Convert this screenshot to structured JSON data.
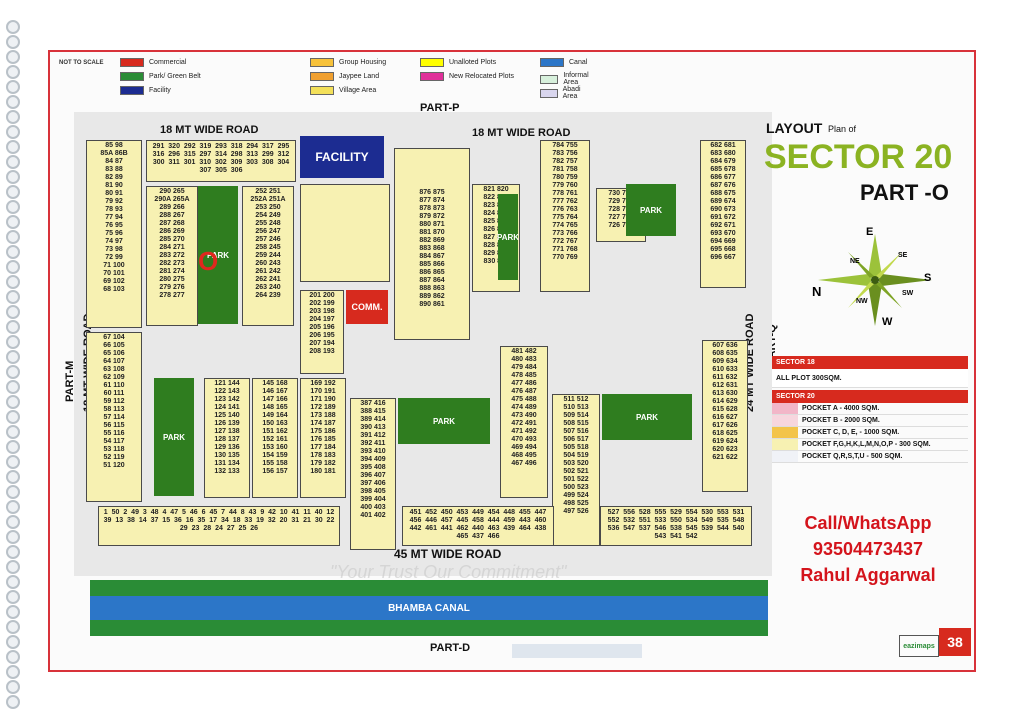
{
  "legend": {
    "scale_note": "NOT TO SCALE",
    "items": [
      {
        "label": "Commercial",
        "color": "#d72a1e"
      },
      {
        "label": "Park/ Green Belt",
        "color": "#2a8c36"
      },
      {
        "label": "Facility",
        "color": "#1c2c91"
      },
      {
        "label": "Group Housing",
        "color": "#f7c23a"
      },
      {
        "label": "Jaypee Land",
        "color": "#f0a030"
      },
      {
        "label": "Village Area",
        "color": "#f3e05a"
      },
      {
        "label": "Unalloted Plots",
        "color": "#ffff00"
      },
      {
        "label": "New Relocated Plots",
        "color": "#e0309a"
      },
      {
        "label": "Canal",
        "color": "#2c76c8"
      },
      {
        "label": "Informal Area",
        "color": "#d7f0dc"
      },
      {
        "label": "Abadi Area",
        "color": "#d9d6ee"
      }
    ]
  },
  "parts": {
    "top": "PART-P",
    "left": "PART-M",
    "right": "PART-Q",
    "bottom": "PART-D"
  },
  "roads": {
    "top_left": "18 MT WIDE ROAD",
    "top_right": "18 MT WIDE ROAD",
    "left": "18 MT WIDE ROAD",
    "right": "24 MT WIDE ROAD",
    "bottom": "45 MT WIDE ROAD"
  },
  "canal": {
    "label": "BHAMBA CANAL"
  },
  "map_labels": {
    "facility": "FACILITY",
    "comm": "COMM.",
    "park": "PARK",
    "marker": "O"
  },
  "plot_numbers": {
    "col1": "85 98\n85A 86B\n84 87\n83 88\n82 89\n81 90\n80 91\n79 92\n78 93\n77 94\n76 95\n75 96\n74 97\n73 98\n72 99\n71 100\n70 101\n69 102\n68 103",
    "col2": "67 104\n66 105\n65 106\n64 107\n63 108\n62 109\n61 110\n60 111\n59 112\n58 113\n57 114\n56 115\n55 116\n54 117\n53 118\n52 119\n51 120",
    "col3": "290 265\n290A 265A\n289 266\n288 267\n287 268\n286 269\n285 270\n284 271\n283 272\n282 273\n281 274\n280 275\n279 276\n278 277",
    "col4": "252 251\n252A 251A\n253 250\n254 249\n255 248\n256 247\n257 246\n258 245\n259 244\n260 243\n261 242\n262 241\n263 240\n264 239",
    "col5": "121 144\n122 143\n123 142\n124 141\n125 140\n126 139\n127 138\n128 137\n129 136\n130 135\n131 134\n132 133",
    "col6": "145 168\n146 167\n147 166\n148 165\n149 164\n150 163\n151 162\n152 161\n153 160\n154 159\n155 158\n156 157",
    "col7": "169 192\n170 191\n171 190\n172 189\n173 188\n174 187\n175 186\n176 185\n177 184\n178 183\n179 182\n180 181",
    "col8": "387 416\n388 415\n389 414\n390 413\n391 412\n392 411\n393 410\n394 409\n395 408\n396 407\n397 406\n398 405\n399 404\n400 403\n401 402",
    "col9": "201 200\n202 199\n203 198\n204 197\n205 196\n206 195\n207 194\n208 193",
    "col10": "876 875\n877 874\n878 873\n879 872\n880 871\n881 870\n882 869\n883 868\n884 867\n885 866\n886 865\n887 864\n888 863\n889 862\n890 861",
    "col11": "821 820\n822 819\n823 818\n824 817\n825 816\n826 815\n827 814\n828 813\n829 812\n830 811",
    "col12": "784 755\n783 756\n782 757\n781 758\n780 759\n779 760\n778 761\n777 762\n776 763\n775 764\n774 765\n773 766\n772 767\n771 768\n770 769",
    "col13": "730 721\n729 722\n728 723\n727 724\n726 725",
    "col14": "682 681\n683 680\n684 679\n685 678\n686 677\n687 676\n688 675\n689 674\n690 673\n691 672\n692 671\n693 670\n694 669\n695 668\n696 667",
    "col15": "481 482\n480 483\n479 484\n478 485\n477 486\n476 487\n475 488\n474 489\n473 490\n472 491\n471 492\n470 493\n469 494\n468 495\n467 496",
    "col16": "511 512\n510 513\n509 514\n508 515\n507 516\n506 517\n505 518\n504 519\n503 520\n502 521\n501 522\n500 523\n499 524\n498 525\n497 526",
    "col17": "607 636\n608 635\n609 634\n610 633\n611 632\n612 631\n613 630\n614 629\n615 628\n616 627\n617 626\n618 625\n619 624\n620 623\n621 622",
    "row_top": "291 320 292 319 293 318 294 317 295 316 296 315 297 314 298 313 299 312 300 311 301 310 302 309 303 308 304 307 305 306",
    "row_bottom": "1 50 2 49 3 48 4 47 5 46 6 45 7 44 8 43 9 42 10 41 11 40 12 39 13 38 14 37 15 36 16 35 17 34 18 33 19 32 20 31 21 30 22 29 23 28 24 27 25 26",
    "row_bottom2": "451 452 450 453 449 454 448 455 447 456 446 457 445 458 444 459 443 460 442 461 441 462 440 463 439 464 438 465 437 466",
    "row_bottom3": "527 556 528 555 529 554 530 553 531 552 532 551 533 550 534 549 535 548 536 547 537 546 538 545 539 544 540 543 541 542"
  },
  "title": {
    "layout": "LAYOUT",
    "plan_of": "Plan of",
    "sector": "SECTOR 20",
    "part": "PART -O"
  },
  "compass": {
    "n": "N",
    "s": "S",
    "e": "E",
    "w": "W",
    "ne": "NE",
    "se": "SE",
    "nw": "NW",
    "sw": "SW"
  },
  "sector18": {
    "head": "SECTOR 18",
    "rows": [
      "ALL PLOT 300SQM."
    ]
  },
  "sector20": {
    "head": "SECTOR 20",
    "rows": [
      {
        "label": "POCKET A - 4000 SQM.",
        "color": "#f2b6c8"
      },
      {
        "label": "POCKET B - 2000 SQM.",
        "color": "#f7d6de"
      },
      {
        "label": "POCKET C, D, E, - 1000 SQM.",
        "color": "#f3c44a"
      },
      {
        "label": "POCKET F,G,H,K,L,M,N,O,P - 300 SQM.",
        "color": "#f7f1b2"
      },
      {
        "label": "POCKET Q,R,S,T,U - 500 SQM.",
        "color": "#f0f2f7"
      }
    ]
  },
  "contact": {
    "line1": "Call/WhatsApp",
    "phone": "93504473437",
    "name": "Rahul Aggarwal"
  },
  "footer": {
    "watermark": "\"Your Trust Our Commitment\"",
    "logo": "eazimaps",
    "page": "38"
  }
}
